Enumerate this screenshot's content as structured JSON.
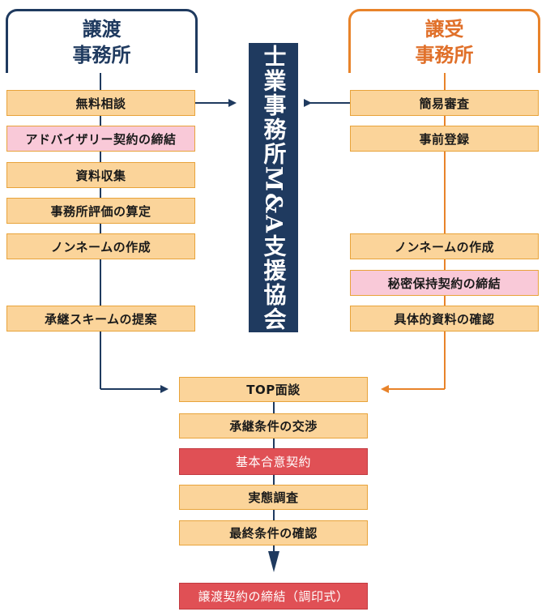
{
  "headers": {
    "seller": {
      "line1": "譲渡",
      "line2": "事務所"
    },
    "buyer": {
      "line1": "譲受",
      "line2": "事務所"
    }
  },
  "center_label": "士業事務所M&A支援協会",
  "seller_steps": [
    "無料相談",
    "アドバイザリー契約の締結",
    "資料収集",
    "事務所評価の算定",
    "ノンネームの作成",
    "承継スキームの提案"
  ],
  "buyer_steps": [
    "簡易審査",
    "事前登録",
    "ノンネームの作成",
    "秘密保持契約の締結",
    "具体的資料の確認"
  ],
  "joint_steps": [
    "TOP面談",
    "承継条件の交渉",
    "基本合意契約",
    "実態調査",
    "最終条件の確認"
  ],
  "final_step": "譲渡契約の締結（調印式）",
  "colors": {
    "navy": "#1f3a5f",
    "orange": "#e8832a",
    "box_fill": "#fbd49a",
    "pink_fill": "#f9c9d8",
    "red_fill": "#e05055"
  }
}
